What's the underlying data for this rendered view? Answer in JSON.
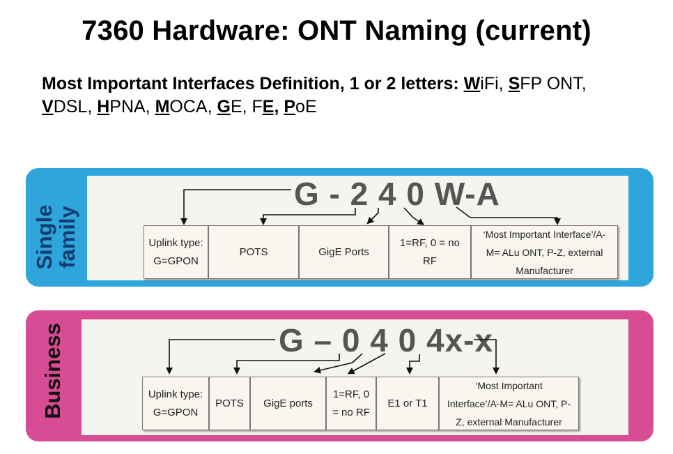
{
  "title": "7360 Hardware: ONT Naming (current)",
  "subtitle": {
    "lead": "Most Important Interfaces Definition, 1 or 2 letters:",
    "items": [
      {
        "key": "W",
        "rest": "iFi, "
      },
      {
        "key": "S",
        "rest": "FP ONT,"
      },
      {
        "key": "V",
        "rest": "DSL, "
      },
      {
        "key": "H",
        "rest": "PNA, "
      },
      {
        "key": "M",
        "rest": "OCA, "
      },
      {
        "key": "G",
        "rest": "E, F"
      },
      {
        "key": "E,",
        "rest": " "
      },
      {
        "key": "P",
        "rest": "oE"
      }
    ]
  },
  "single_family": {
    "label_line1": "Single",
    "label_line2": "family",
    "code": "G - 2 4 0 W-A",
    "fields": [
      {
        "line1": "Uplink type:",
        "line2": "G=GPON"
      },
      {
        "line1": "POTS",
        "line2": ""
      },
      {
        "line1": "GigE Ports",
        "line2": ""
      },
      {
        "line1": "1=RF, 0 = no",
        "line2": "RF"
      },
      {
        "line1": "‘Most Important Interface’/A-",
        "line2": "M= ALu ONT, P-Z, external",
        "line3": "Manufacturer"
      }
    ]
  },
  "business": {
    "label": "Business",
    "code": "G – 0 4 0 4x-x",
    "fields": [
      {
        "line1": "Uplink type:",
        "line2": "G=GPON"
      },
      {
        "line1": "POTS",
        "line2": ""
      },
      {
        "line1": "GigE ports",
        "line2": ""
      },
      {
        "line1": "1=RF, 0",
        "line2": "= no RF"
      },
      {
        "line1": "E1 or T1",
        "line2": ""
      },
      {
        "line1": "‘Most Important",
        "line2": "Interface’/A-M= ALu ONT, P-",
        "line3": "Z, external Manufacturer"
      }
    ]
  },
  "colors": {
    "single_family_band": "#2ea6dc",
    "business_band": "#d84c93",
    "panel": "#f6f4ee",
    "code_text": "#555555",
    "single_family_label": "#123c6e"
  }
}
